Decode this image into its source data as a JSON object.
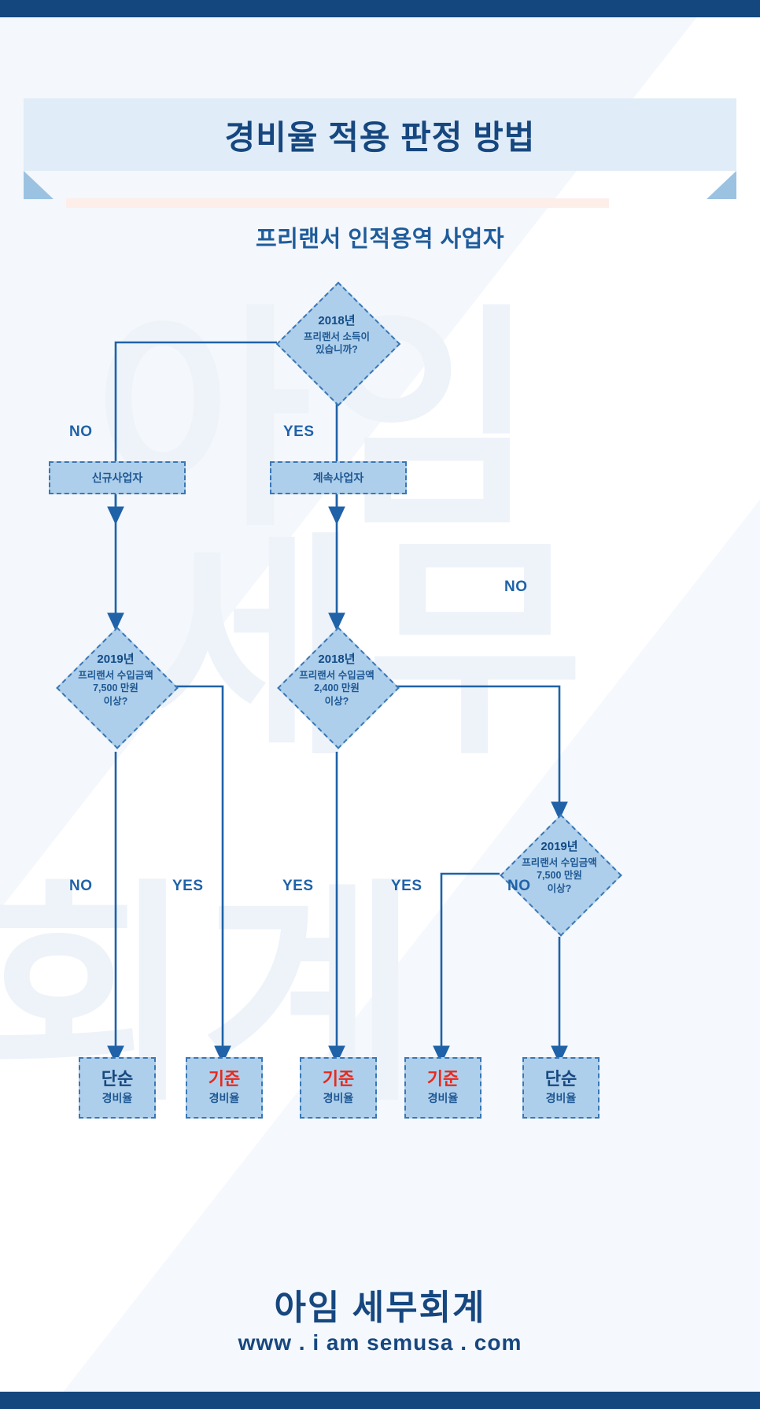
{
  "header": {
    "title": "경비율 적용 판정 방법",
    "subtitle": "프리랜서 인적용역 사업자"
  },
  "colors": {
    "navy_bar": "#14477d",
    "banner_bg": "#e0ecf7",
    "node_fill": "#aecfeb",
    "node_border": "#3a77b5",
    "line": "#1f62a8",
    "text_blue": "#16477f",
    "accent_red": "#e8281c",
    "pink_rule": "#fdeeea"
  },
  "flowchart": {
    "type": "decision-tree",
    "root": {
      "id": "q1",
      "year": "2018년",
      "lines": [
        "프리랜서 소득이",
        "있습니까?"
      ]
    },
    "process_boxes": [
      {
        "id": "new-biz",
        "label": "신규사업자"
      },
      {
        "id": "cont-biz",
        "label": "계속사업자"
      }
    ],
    "decisions": [
      {
        "id": "q2-left",
        "year": "2019년",
        "lines": [
          "프리랜서 수입금액",
          "7,500 만원",
          "이상?"
        ]
      },
      {
        "id": "q2-mid",
        "year": "2018년",
        "lines": [
          "프리랜서 수입금액",
          "2,400 만원",
          "이상?"
        ]
      },
      {
        "id": "q3-right",
        "year": "2019년",
        "lines": [
          "프리랜서 수입금액",
          "7,500 만원",
          "이상?"
        ]
      }
    ],
    "branch_labels": {
      "top_no": "NO",
      "top_yes": "YES",
      "mid_no": "NO",
      "bottom": [
        "NO",
        "YES",
        "YES",
        "YES",
        "NO"
      ]
    },
    "results": [
      {
        "id": "r1",
        "title": "단순",
        "sub": "경비율",
        "kind": "simple"
      },
      {
        "id": "r2",
        "title": "기준",
        "sub": "경비율",
        "kind": "standard"
      },
      {
        "id": "r3",
        "title": "기준",
        "sub": "경비율",
        "kind": "standard"
      },
      {
        "id": "r4",
        "title": "기준",
        "sub": "경비율",
        "kind": "standard"
      },
      {
        "id": "r5",
        "title": "단순",
        "sub": "경비율",
        "kind": "simple"
      }
    ]
  },
  "footer": {
    "brand": "아임 세무회계",
    "site": "www . i am semusa . com"
  },
  "watermark": {
    "l1": "아임",
    "l2": "세무",
    "l3": "회계"
  }
}
